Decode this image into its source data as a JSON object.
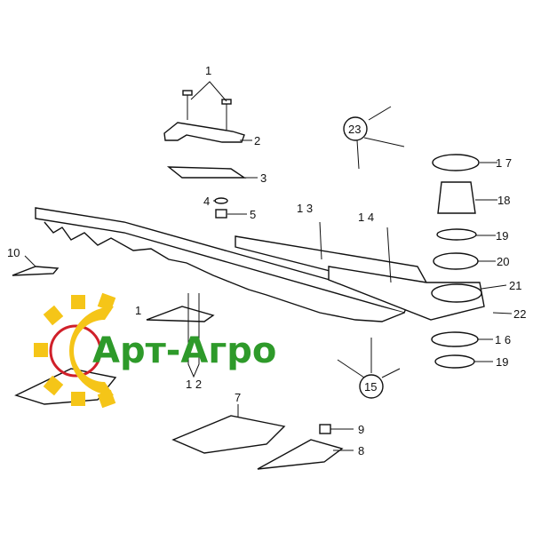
{
  "diagram": {
    "callouts": [
      {
        "id": "c1",
        "text": "1"
      },
      {
        "id": "c2",
        "text": "2"
      },
      {
        "id": "c3",
        "text": "3"
      },
      {
        "id": "c4",
        "text": "4"
      },
      {
        "id": "c5",
        "text": "5"
      },
      {
        "id": "c7",
        "text": "7"
      },
      {
        "id": "c8",
        "text": "8"
      },
      {
        "id": "c9",
        "text": "9"
      },
      {
        "id": "c10",
        "text": "10"
      },
      {
        "id": "c11",
        "text": "1"
      },
      {
        "id": "c12",
        "text": "1 2"
      },
      {
        "id": "c13",
        "text": "1 3"
      },
      {
        "id": "c14",
        "text": "1 4"
      },
      {
        "id": "c15",
        "text": "15"
      },
      {
        "id": "c16",
        "text": "1 6"
      },
      {
        "id": "c17",
        "text": "1 7"
      },
      {
        "id": "c18",
        "text": "18"
      },
      {
        "id": "c19a",
        "text": "19"
      },
      {
        "id": "c19b",
        "text": "19"
      },
      {
        "id": "c20",
        "text": "20"
      },
      {
        "id": "c21",
        "text": "21"
      },
      {
        "id": "c22",
        "text": "22"
      },
      {
        "id": "c23",
        "text": "23"
      }
    ]
  },
  "watermark": {
    "text": "Арт-Агро",
    "gear_color": "#f5c518",
    "text_color": "#2e9a2a",
    "ring_color": "#d0202a"
  }
}
